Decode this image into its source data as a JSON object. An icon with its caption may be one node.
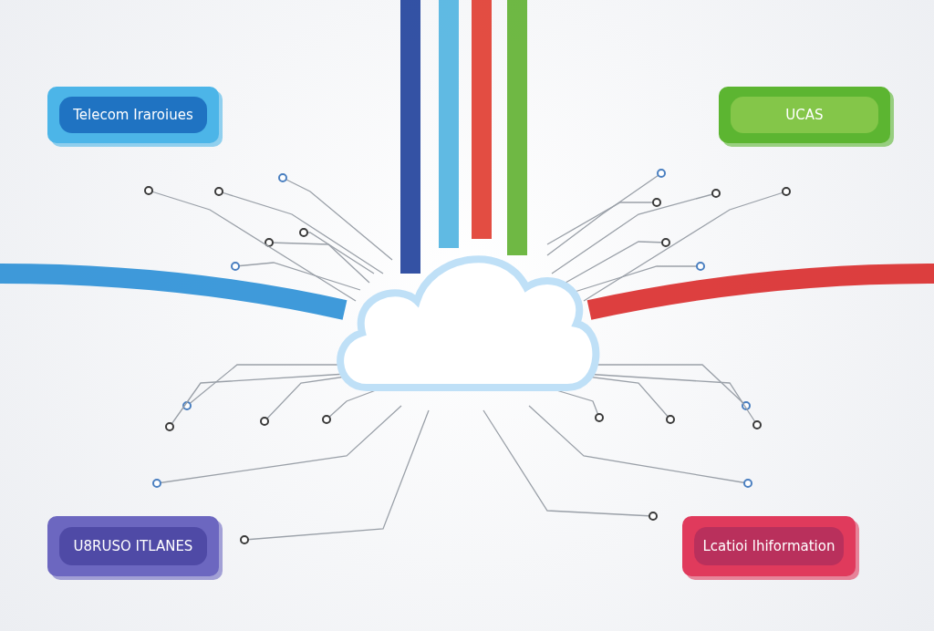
{
  "diagram": {
    "nodes": [
      {
        "text": [
          "Telecom Iraroiues"
        ]
      },
      {
        "text": [
          "UCAS"
        ]
      },
      {
        "text": [],
        "shape": "cloud"
      },
      {
        "text": [
          "U8RUSO ITLANES"
        ]
      },
      {
        "text": [
          "Lcatioi Ihiformation"
        ]
      }
    ],
    "edges": [
      {
        "from": null,
        "to": 2,
        "arrow": "none",
        "color": "#1e3f9a"
      },
      {
        "from": null,
        "to": 2,
        "arrow": "none",
        "color": "#4fb3e0"
      },
      {
        "from": null,
        "to": 2,
        "arrow": "none",
        "color": "#e03a2e"
      },
      {
        "from": null,
        "to": 2,
        "arrow": "none",
        "color": "#5fb030"
      },
      {
        "from": null,
        "to": 2,
        "arrow": "none",
        "color": "#2a8fd6"
      },
      {
        "from": null,
        "to": 2,
        "arrow": "none",
        "color": "#d92a2a"
      }
    ]
  }
}
